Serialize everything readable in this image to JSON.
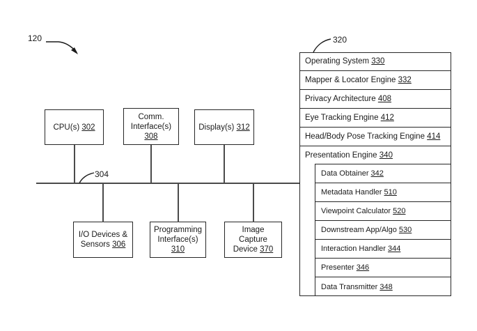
{
  "figure": {
    "ref_device": "120",
    "ref_bus": "304",
    "ref_memory": "320"
  },
  "components": {
    "top_row": [
      {
        "name": "cpu",
        "lines": [
          "CPU(s)"
        ],
        "num": "302"
      },
      {
        "name": "comm-interface",
        "lines": [
          "Comm.",
          "Interface(s)"
        ],
        "num": "308"
      },
      {
        "name": "display",
        "lines": [
          "Display(s)"
        ],
        "num": "312"
      }
    ],
    "bottom_row": [
      {
        "name": "io-devices",
        "lines": [
          "I/O Devices &",
          "Sensors"
        ],
        "num": "306"
      },
      {
        "name": "programming-interface",
        "lines": [
          "Programming",
          "Interface(s)"
        ],
        "num": "310"
      },
      {
        "name": "image-capture-device",
        "lines": [
          "Image",
          "Capture",
          "Device"
        ],
        "num": "370"
      }
    ]
  },
  "memory": {
    "rows": [
      {
        "name": "operating-system",
        "label": "Operating System",
        "num": "330"
      },
      {
        "name": "mapper-locator-engine",
        "label": "Mapper & Locator Engine",
        "num": "332"
      },
      {
        "name": "privacy-architecture",
        "label": "Privacy Architecture",
        "num": "408"
      },
      {
        "name": "eye-tracking-engine",
        "label": "Eye Tracking Engine",
        "num": "412"
      },
      {
        "name": "head-body-pose-tracking-engine",
        "label": "Head/Body Pose Tracking Engine",
        "num": "414"
      },
      {
        "name": "presentation-engine",
        "label": "Presentation Engine",
        "num": "340"
      }
    ],
    "presentation_engine_children": [
      {
        "name": "data-obtainer",
        "label": "Data Obtainer",
        "num": "342"
      },
      {
        "name": "metadata-handler",
        "label": "Metadata Handler",
        "num": "510"
      },
      {
        "name": "viewpoint-calculator",
        "label": "Viewpoint Calculator",
        "num": "520"
      },
      {
        "name": "downstream-app-algo",
        "label": "Downstream App/Algo",
        "num": "530"
      },
      {
        "name": "interaction-handler",
        "label": "Interaction Handler",
        "num": "344"
      },
      {
        "name": "presenter",
        "label": "Presenter",
        "num": "346"
      },
      {
        "name": "data-transmitter",
        "label": "Data Transmitter",
        "num": "348"
      }
    ]
  },
  "colors": {
    "stroke": "#262626",
    "line": "#4a4a4a",
    "background": "#ffffff",
    "text": "#1a1a1a"
  }
}
